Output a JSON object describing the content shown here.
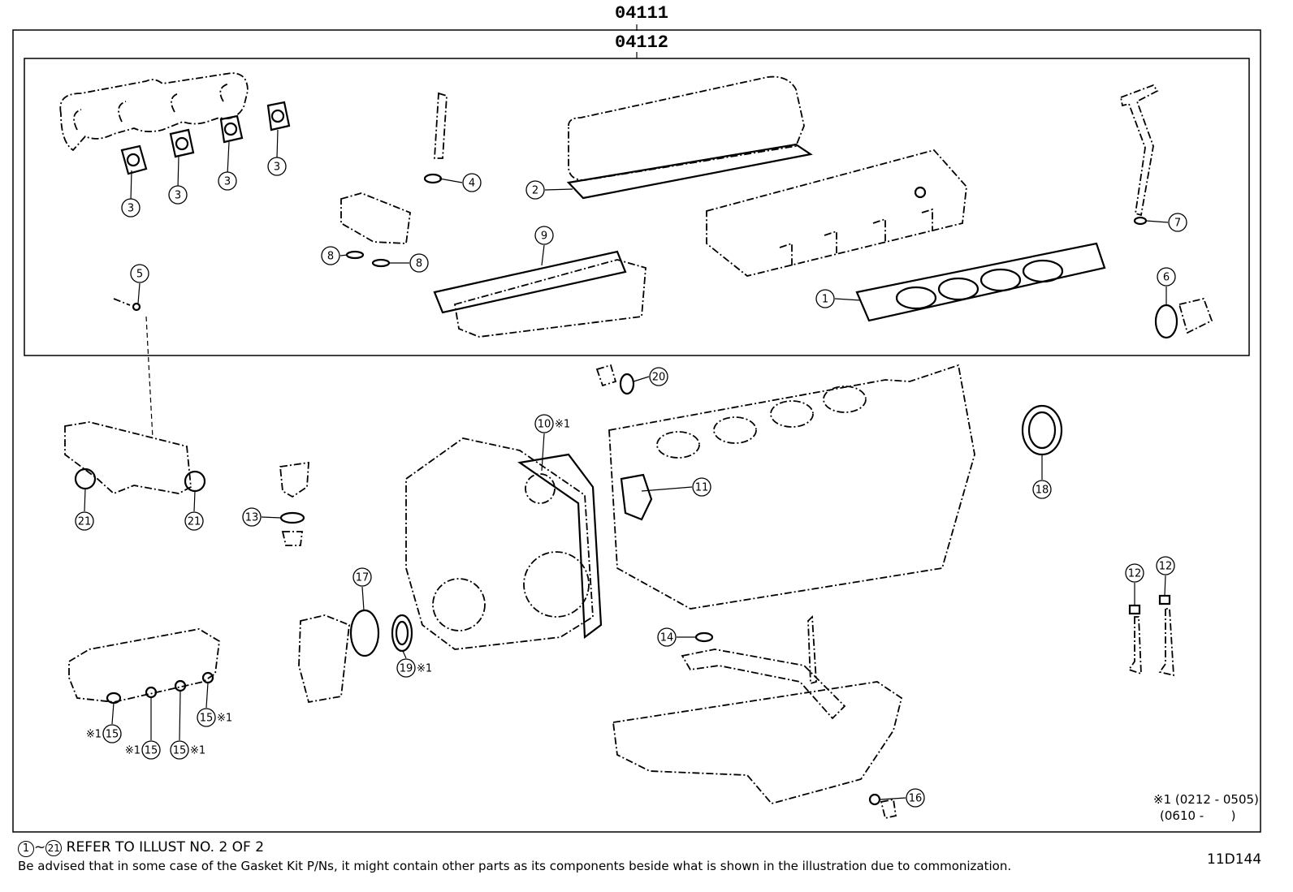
{
  "header": {
    "kit_code_outer": "04111",
    "kit_code_inner": "04112"
  },
  "callouts": [
    {
      "id": "c1",
      "label": "1"
    },
    {
      "id": "c2",
      "label": "2"
    },
    {
      "id": "c3a",
      "label": "3"
    },
    {
      "id": "c3b",
      "label": "3"
    },
    {
      "id": "c3c",
      "label": "3"
    },
    {
      "id": "c3d",
      "label": "3"
    },
    {
      "id": "c4",
      "label": "4"
    },
    {
      "id": "c5",
      "label": "5"
    },
    {
      "id": "c6",
      "label": "6"
    },
    {
      "id": "c7",
      "label": "7"
    },
    {
      "id": "c8a",
      "label": "8"
    },
    {
      "id": "c8b",
      "label": "8"
    },
    {
      "id": "c9",
      "label": "9"
    },
    {
      "id": "c10",
      "label": "10",
      "suffix": "※1"
    },
    {
      "id": "c11",
      "label": "11"
    },
    {
      "id": "c12a",
      "label": "12"
    },
    {
      "id": "c12b",
      "label": "12"
    },
    {
      "id": "c13",
      "label": "13"
    },
    {
      "id": "c14",
      "label": "14"
    },
    {
      "id": "c15a",
      "label": "15",
      "prefix": "※1"
    },
    {
      "id": "c15b",
      "label": "15",
      "prefix": "※1"
    },
    {
      "id": "c15c",
      "label": "15",
      "suffix": "※1"
    },
    {
      "id": "c15d",
      "label": "15",
      "suffix": "※1"
    },
    {
      "id": "c16",
      "label": "16"
    },
    {
      "id": "c17",
      "label": "17"
    },
    {
      "id": "c18",
      "label": "18"
    },
    {
      "id": "c19",
      "label": "19",
      "suffix": "※1"
    },
    {
      "id": "c20",
      "label": "20"
    },
    {
      "id": "c21a",
      "label": "21"
    },
    {
      "id": "c21b",
      "label": "21"
    }
  ],
  "note": {
    "line1": "※1 (0212 - 0505)",
    "line2": "(0610 -       )"
  },
  "footer": {
    "range_start": "1",
    "range_sep": "~",
    "range_end": "21",
    "range_text": "REFER TO ILLUST NO. 2 OF 2",
    "advisory": "Be advised that in some case of the Gasket Kit P/Ns,  it might contain other parts as its components beside what is shown in the illustration due to commonization.",
    "illustration_id": "11D144"
  }
}
